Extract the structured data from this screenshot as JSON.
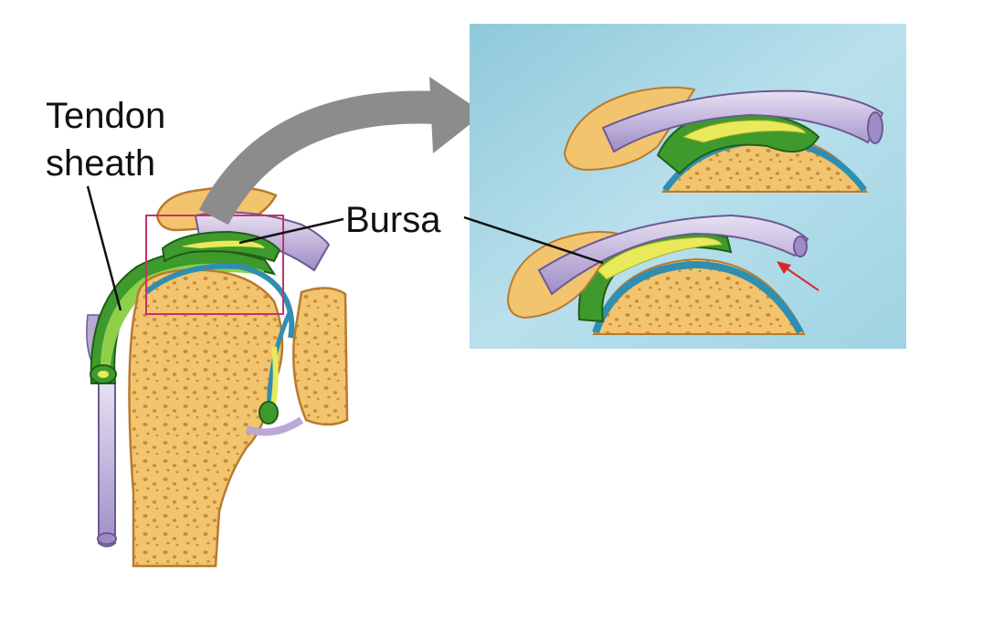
{
  "labels": {
    "tendon_sheath_line1": "Tendon",
    "tendon_sheath_line2": "sheath",
    "bursa": "Bursa"
  },
  "colors": {
    "bone": "#f2c46e",
    "bone_dark": "#d79a3e",
    "bone_pore": "#c98a3b",
    "sheath_green": "#3f9a2e",
    "sheath_light_green": "#8fd04a",
    "bursa_yellow": "#e8ea5a",
    "tendon_lilac": "#b9a9d6",
    "cartilage_blue": "#2f8fb0",
    "inset_background": "#a9d8e6",
    "arrow_gray": "#8c8c8c",
    "highlight_box": "#c4336d",
    "indicator_red": "#d62a2a"
  },
  "icons": {
    "zoom_arrow": "curved-arrow-icon",
    "pressure_arrow": "small-arrow-icon"
  }
}
